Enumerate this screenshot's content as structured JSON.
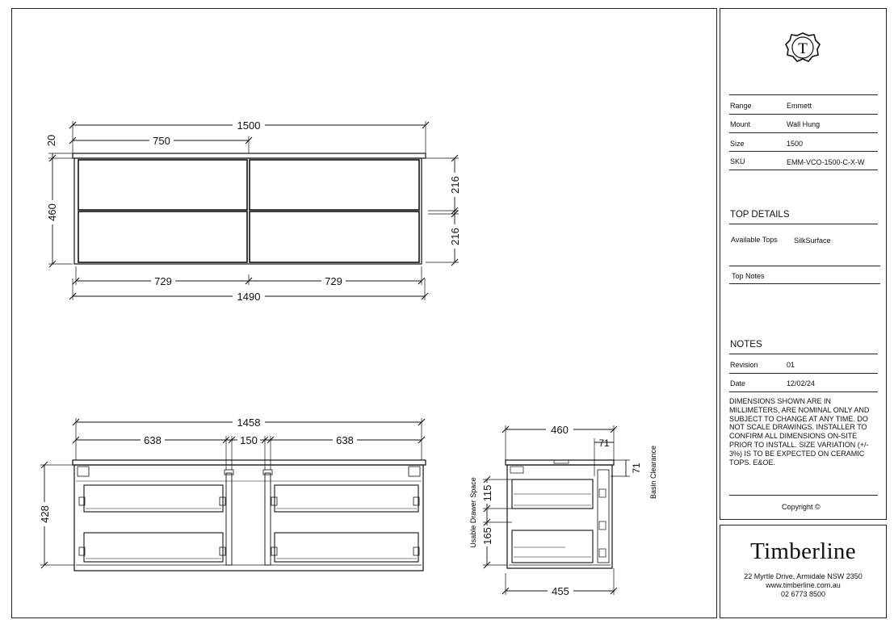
{
  "logo": {
    "letter": "T",
    "icon": "timberline-monogram-icon"
  },
  "details": [
    {
      "label": "Range",
      "value": "Emmett"
    },
    {
      "label": "Mount",
      "value": "Wall Hung"
    },
    {
      "label": "Size",
      "value": "1500"
    },
    {
      "label": "SKU",
      "value": "EMM-VCO-1500-C-X-W"
    }
  ],
  "top_details": {
    "heading": "TOP DETAILS",
    "available_label": "Available Tops",
    "available_value": "SilkSurface",
    "notes_label": "Top Notes"
  },
  "notes": {
    "heading": "NOTES",
    "revision_label": "Revision",
    "revision_value": "01",
    "date_label": "Date",
    "date_value": "12/02/24",
    "text": "DIMENSIONS SHOWN ARE IN MILLIMETERS, ARE NOMINAL ONLY AND SUBJECT TO CHANGE AT ANY TIME. DO NOT SCALE DRAWINGS. INSTALLER TO CONFIRM ALL DIMENSIONS ON-SITE PRIOR TO INSTALL. SIZE VARIATION (+/- 3%) IS TO BE EXPECTED ON CERAMIC TOPS. E&OE.",
    "copyright": "Copyright ©"
  },
  "company": {
    "name": "Timberline",
    "address": "22 Myrtle Drive, Armidale NSW 2350",
    "website": "www.timberline.com.au",
    "phone": "02 6773 8500"
  },
  "front_view": {
    "overall_width": "1500",
    "half_width": "750",
    "top_thickness": "20",
    "height": "460",
    "drawer_height_upper": "216",
    "drawer_height_lower": "216",
    "door_width_left": "729",
    "door_width_right": "729",
    "carcass_width": "1490"
  },
  "interior_view": {
    "internal_width": "1458",
    "drawer_left": "638",
    "gap": "150",
    "drawer_right": "638",
    "height": "428"
  },
  "side_view": {
    "depth": "460",
    "small_offset_top": "71",
    "small_offset_side": "71",
    "upper_space": "115",
    "lower_space": "165",
    "base_depth": "455",
    "usable_label": "Usable Drawer Space",
    "basin_label": "Basin Clearance"
  }
}
